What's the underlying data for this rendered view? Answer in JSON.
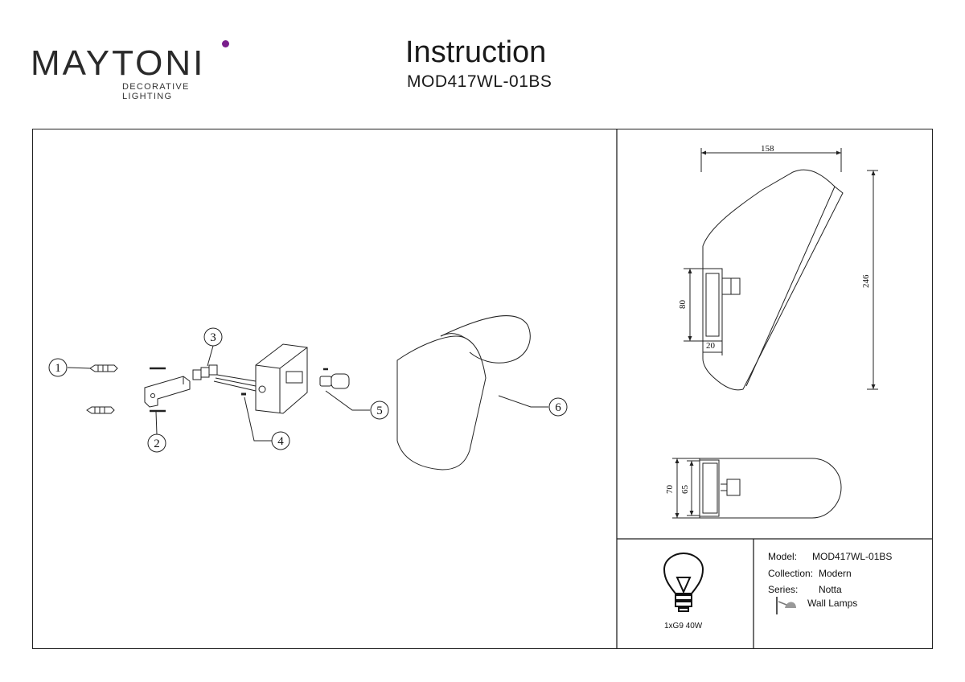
{
  "brand": {
    "name": "MAYTONI",
    "tagline": "DECORATIVE LIGHTING",
    "accent_color": "#7a1f8c"
  },
  "header": {
    "title": "Instruction",
    "model_code": "MOD417WL-01BS"
  },
  "parts": [
    {
      "number": "1"
    },
    {
      "number": "2"
    },
    {
      "number": "3"
    },
    {
      "number": "4"
    },
    {
      "number": "5"
    },
    {
      "number": "6"
    }
  ],
  "dimensions": {
    "width": "158",
    "height": "246",
    "mount_height": "80",
    "mount_depth": "20",
    "top_outer": "70",
    "top_inner": "65"
  },
  "bulb": {
    "icon": "light-bulb-icon",
    "spec": "1xG9 40W"
  },
  "info": {
    "model_label": "Model:",
    "model_value": "MOD417WL-01BS",
    "collection_label": "Collection:",
    "collection_value": "Modern",
    "series_label": "Series:",
    "series_value": "Notta",
    "type_icon": "wall-lamp-icon",
    "type_value": "Wall Lamps"
  }
}
